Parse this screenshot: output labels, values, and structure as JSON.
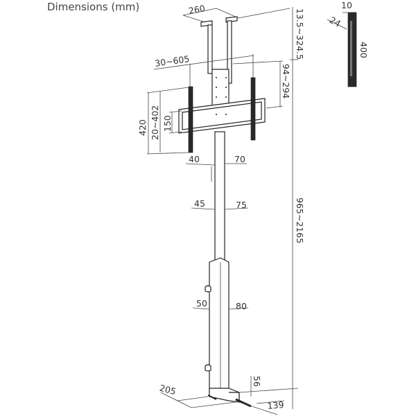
{
  "title": "Dimensions (mm)",
  "dimensions": {
    "ceiling_width": "260",
    "ceiling_drop": "13.5~324.5",
    "side_thickness": "10",
    "side_depth": "24",
    "side_height": "400",
    "vesa_horizontal": "30~605",
    "vertical_adjust": "94~294",
    "arm_height": "420",
    "vesa_vertical": "20~402",
    "rail_height": "150",
    "top_pole_width": "40",
    "top_pole_depth": "70",
    "mid_pole_width": "45",
    "mid_pole_depth": "75",
    "total_height": "965~2165",
    "lower_pole_width": "50",
    "lower_pole_depth": "80",
    "base_height": "56",
    "base_width": "205",
    "base_depth": "139"
  },
  "colors": {
    "line": "#444444",
    "part": "#222222"
  }
}
